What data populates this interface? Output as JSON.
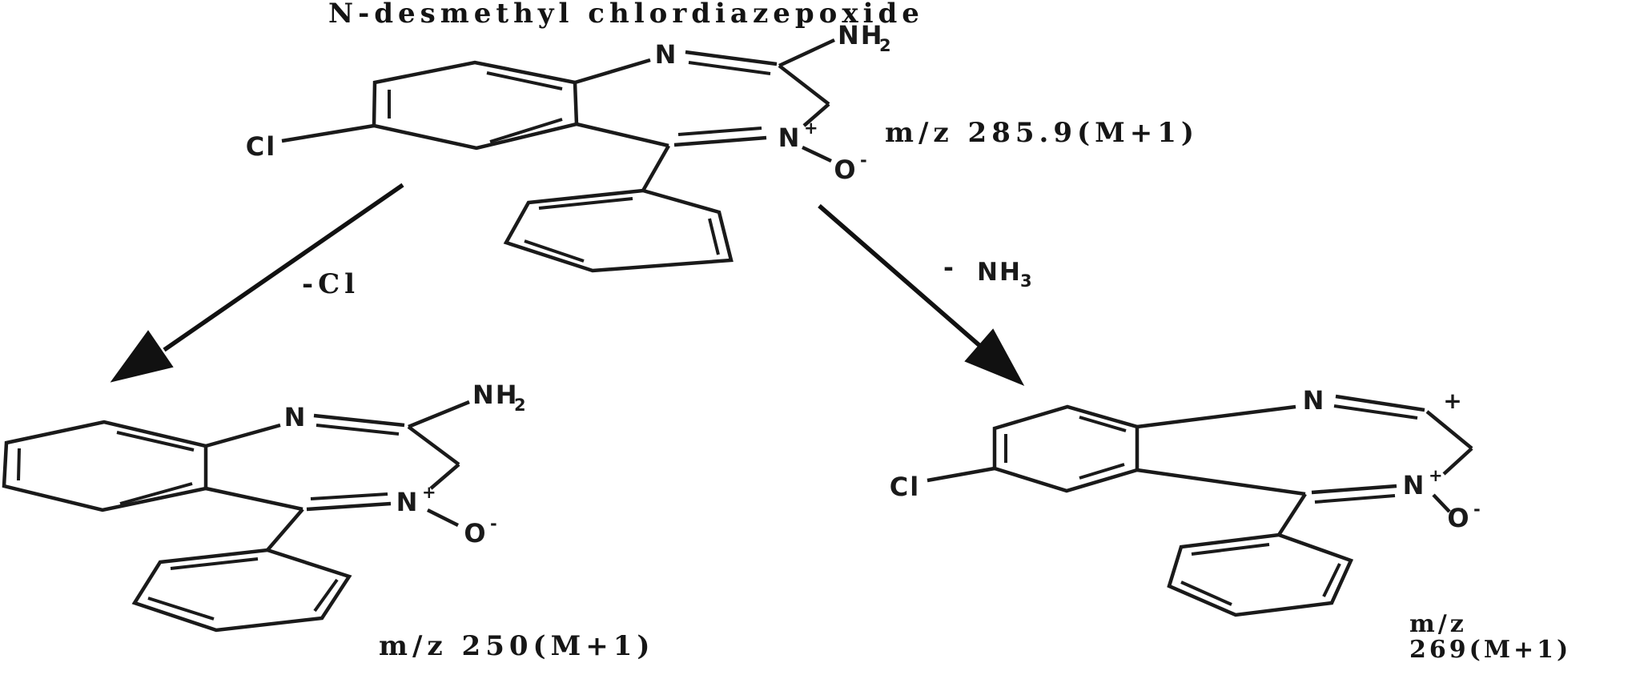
{
  "title": "N-desmethyl chlordiazepoxide",
  "parent": {
    "mz": "m/z 285.9(M+1)",
    "atoms": {
      "cl": "Cl",
      "n1": "N",
      "nh": "NH",
      "nh_sub": "2",
      "n4": "N",
      "n4_sup": "+",
      "o": "O",
      "o_sup": "-"
    }
  },
  "arrow_left": {
    "label": "-Cl"
  },
  "arrow_right": {
    "label_minus": "-",
    "label_main": "NH",
    "label_sub": "3"
  },
  "fragment_left": {
    "mz": "m/z 250(M+1)",
    "atoms": {
      "n1": "N",
      "nh": "NH",
      "nh_sub": "2",
      "n4": "N",
      "n4_sup": "+",
      "o": "O",
      "o_sup": "-"
    }
  },
  "fragment_right": {
    "mz_line1": "m/z",
    "mz_line2": "269(M+1)",
    "atoms": {
      "cl": "Cl",
      "n1": "N",
      "charge": "+",
      "n4": "N",
      "n4_sup": "+",
      "o": "O",
      "o_sup": "-"
    }
  },
  "colors": {
    "ink": "#1a1a1a",
    "background": "#ffffff"
  }
}
